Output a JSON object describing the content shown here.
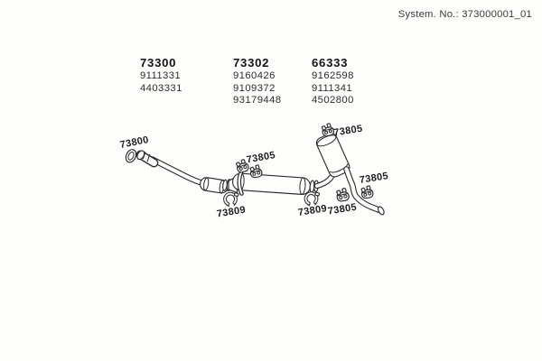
{
  "header": {
    "system_no": "System. No.: 373000001_01"
  },
  "part_groups": [
    {
      "code": "73300",
      "items": [
        "9111331",
        "4403331"
      ]
    },
    {
      "code": "73302",
      "items": [
        "9160426",
        "9109372",
        "93179448"
      ]
    },
    {
      "code": "66333",
      "items": [
        "9162598",
        "9111341",
        "4502800"
      ]
    }
  ],
  "diagram": {
    "callouts": [
      {
        "text": "73800"
      },
      {
        "text": "73805"
      },
      {
        "text": "73805"
      },
      {
        "text": "73805"
      },
      {
        "text": "73805"
      },
      {
        "text": "73809"
      },
      {
        "text": "73809"
      }
    ],
    "icons": {
      "hanger": "rubber-hanger-icon",
      "clamp": "pipe-clamp-icon",
      "gasket": "flange-gasket-icon"
    }
  },
  "colors": {
    "line": "#2c2c2c",
    "text": "#1d1d1d",
    "background": "#fdfdfb"
  }
}
